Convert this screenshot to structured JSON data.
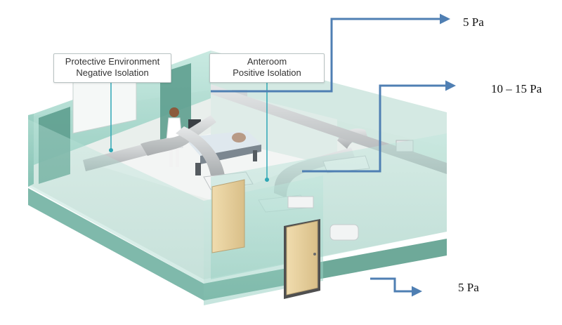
{
  "callouts": {
    "protective": {
      "line1": "Protective Environment",
      "line2": "Negative Isolation"
    },
    "anteroom": {
      "line1": "Anteroom",
      "line2": "Positive Isolation"
    }
  },
  "pressures": {
    "exhaust_top": "5 Pa",
    "anteroom": "10 – 15 Pa",
    "corridor": "5 Pa"
  },
  "colors": {
    "arrow": "#4f7fb3",
    "glass": "#a8d8cc",
    "floor": "#e9efec",
    "duct": "#c9cccd",
    "door": "#e8d2a4",
    "callout_line": "#2fa7b5"
  }
}
